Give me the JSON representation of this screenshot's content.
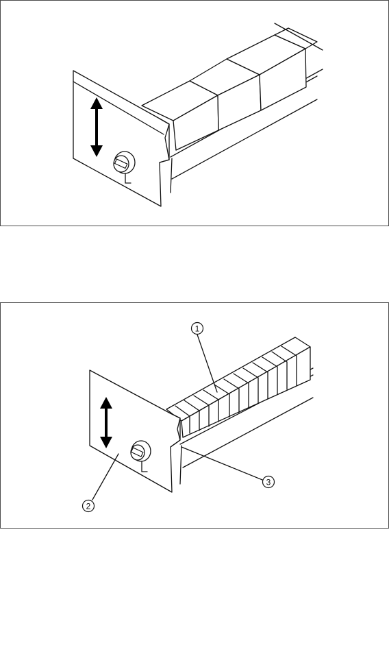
{
  "figure_top": {},
  "figure_bottom": {
    "callouts": [
      {
        "label": "1"
      },
      {
        "label": "2"
      },
      {
        "label": "3"
      }
    ]
  },
  "icons": [
    "double-arrow-icon",
    "screw-icon"
  ]
}
